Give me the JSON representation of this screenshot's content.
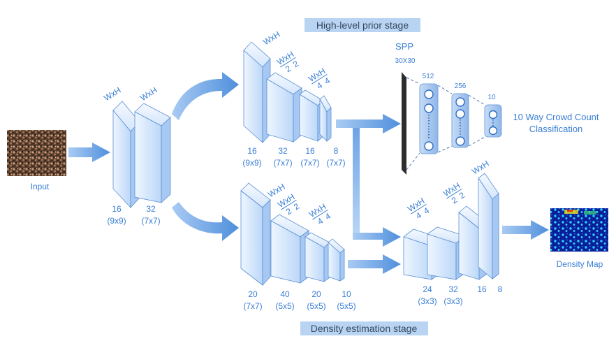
{
  "stages": {
    "top": "High-level prior stage",
    "bottom": "Density estimation stage"
  },
  "input": {
    "label": "Input",
    "dims": [
      "WxH",
      "WxH"
    ],
    "layers": [
      {
        "channels": "16",
        "kernel": "(9x9)"
      },
      {
        "channels": "32",
        "kernel": "(7x7)"
      }
    ]
  },
  "prior_branch": {
    "dims": {
      "full": "WxH",
      "half_w": "WxH",
      "half_d": "2",
      "half_d2": "2",
      "quarter_w": "WxH",
      "quarter_d": "4",
      "quarter_d2": "4"
    },
    "layers": [
      {
        "channels": "16",
        "kernel": "(9x9)"
      },
      {
        "channels": "32",
        "kernel": "(7x7)"
      },
      {
        "channels": "16",
        "kernel": "(7x7)"
      },
      {
        "channels": "8",
        "kernel": "(7x7)"
      }
    ]
  },
  "spp": {
    "title": "SPP",
    "size": "30X30",
    "fc": [
      "512",
      "256",
      "10"
    ],
    "classification": [
      "10 Way Crowd Count",
      "Classification"
    ]
  },
  "density_branch": {
    "dims": {
      "full": "WxH",
      "half_w": "WxH",
      "half_d": "2",
      "half_d2": "2",
      "quarter_w": "WxH",
      "quarter_d": "4",
      "quarter_d2": "4"
    },
    "layers": [
      {
        "channels": "20",
        "kernel": "(7x7)"
      },
      {
        "channels": "40",
        "kernel": "(5x5)"
      },
      {
        "channels": "20",
        "kernel": "(5x5)"
      },
      {
        "channels": "10",
        "kernel": "(5x5)"
      }
    ]
  },
  "fusion": {
    "dims": {
      "quarter_w": "WxH",
      "quarter_d": "4",
      "quarter_d2": "4",
      "half_w": "WxH",
      "half_d": "2",
      "half_d2": "2",
      "full": "WxH"
    },
    "layers": [
      {
        "channels": "24",
        "kernel": "(3x3)"
      },
      {
        "channels": "32",
        "kernel": "(3x3)"
      },
      {
        "channels": "16",
        "kernel": ""
      },
      {
        "channels": "8",
        "kernel": ""
      }
    ]
  },
  "output": {
    "label": "Density Map"
  },
  "colors": {
    "accent": "#3a7fd5",
    "stage_bg": "#b9d3f3",
    "block_face": "#dcebfd",
    "block_edge": "#5b8fd3"
  }
}
